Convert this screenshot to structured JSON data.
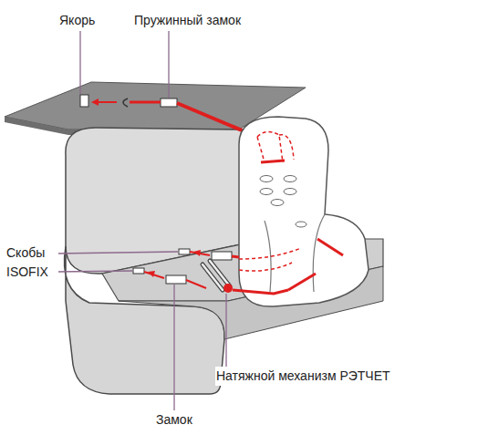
{
  "diagram": {
    "labels": [
      "Якорь",
      "Пружинный замок",
      "Скобы ISOFIX",
      "Натяжной механизм РЭТЧЕТ",
      "Замок"
    ]
  }
}
